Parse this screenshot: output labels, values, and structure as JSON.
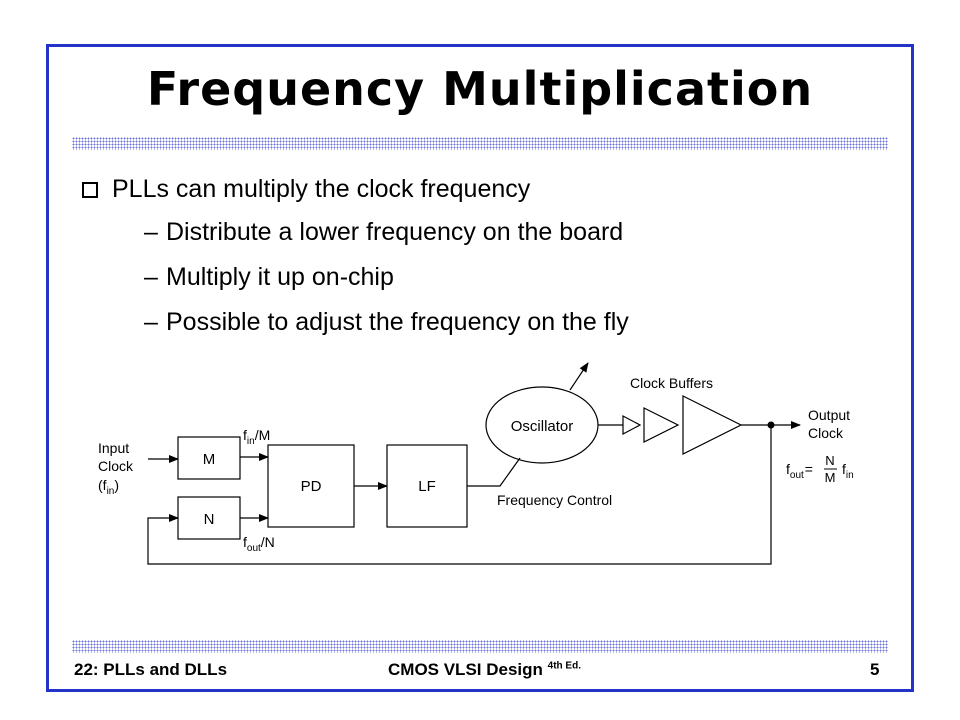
{
  "slide": {
    "title": "Frequency Multiplication",
    "bullet_main": "PLLs can multiply the clock frequency",
    "sub_bullets": [
      "Distribute a lower frequency on the board",
      "Multiply it up on-chip",
      "Possible to adjust the frequency on the fly"
    ]
  },
  "diagram": {
    "input_label": [
      "Input",
      "Clock",
      "(f",
      "in",
      ")"
    ],
    "block_m": "M",
    "block_n": "N",
    "block_pd": "PD",
    "block_lf": "LF",
    "block_osc": "Oscillator",
    "clock_buffers": "Clock Buffers",
    "output_label": [
      "Output",
      "Clock"
    ],
    "freq_control": "Frequency Control",
    "fin_m": {
      "f": "f",
      "sub": "in",
      "rest": "/M"
    },
    "fout_n": {
      "f": "f",
      "sub": "out",
      "rest": "/N"
    },
    "eq": {
      "f": "f",
      "sub": "out",
      "eq": "=",
      "num": "N",
      "den": "M",
      "f2": "f",
      "sub2": "in"
    }
  },
  "footer": {
    "left": "22: PLLs and DLLs",
    "center": "CMOS VLSI Design",
    "center_sup": "4th Ed.",
    "page": "5"
  },
  "colors": {
    "frame": "#2434c8",
    "hatch": "#6f74d8"
  }
}
